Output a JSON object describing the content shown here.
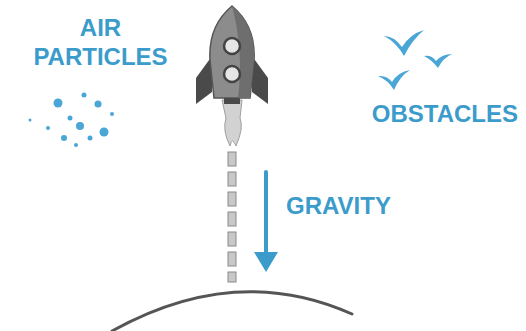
{
  "diagram": {
    "labels": [
      "AIR PARTICLES",
      "OBSTACLES",
      "GRAVITY"
    ]
  }
}
